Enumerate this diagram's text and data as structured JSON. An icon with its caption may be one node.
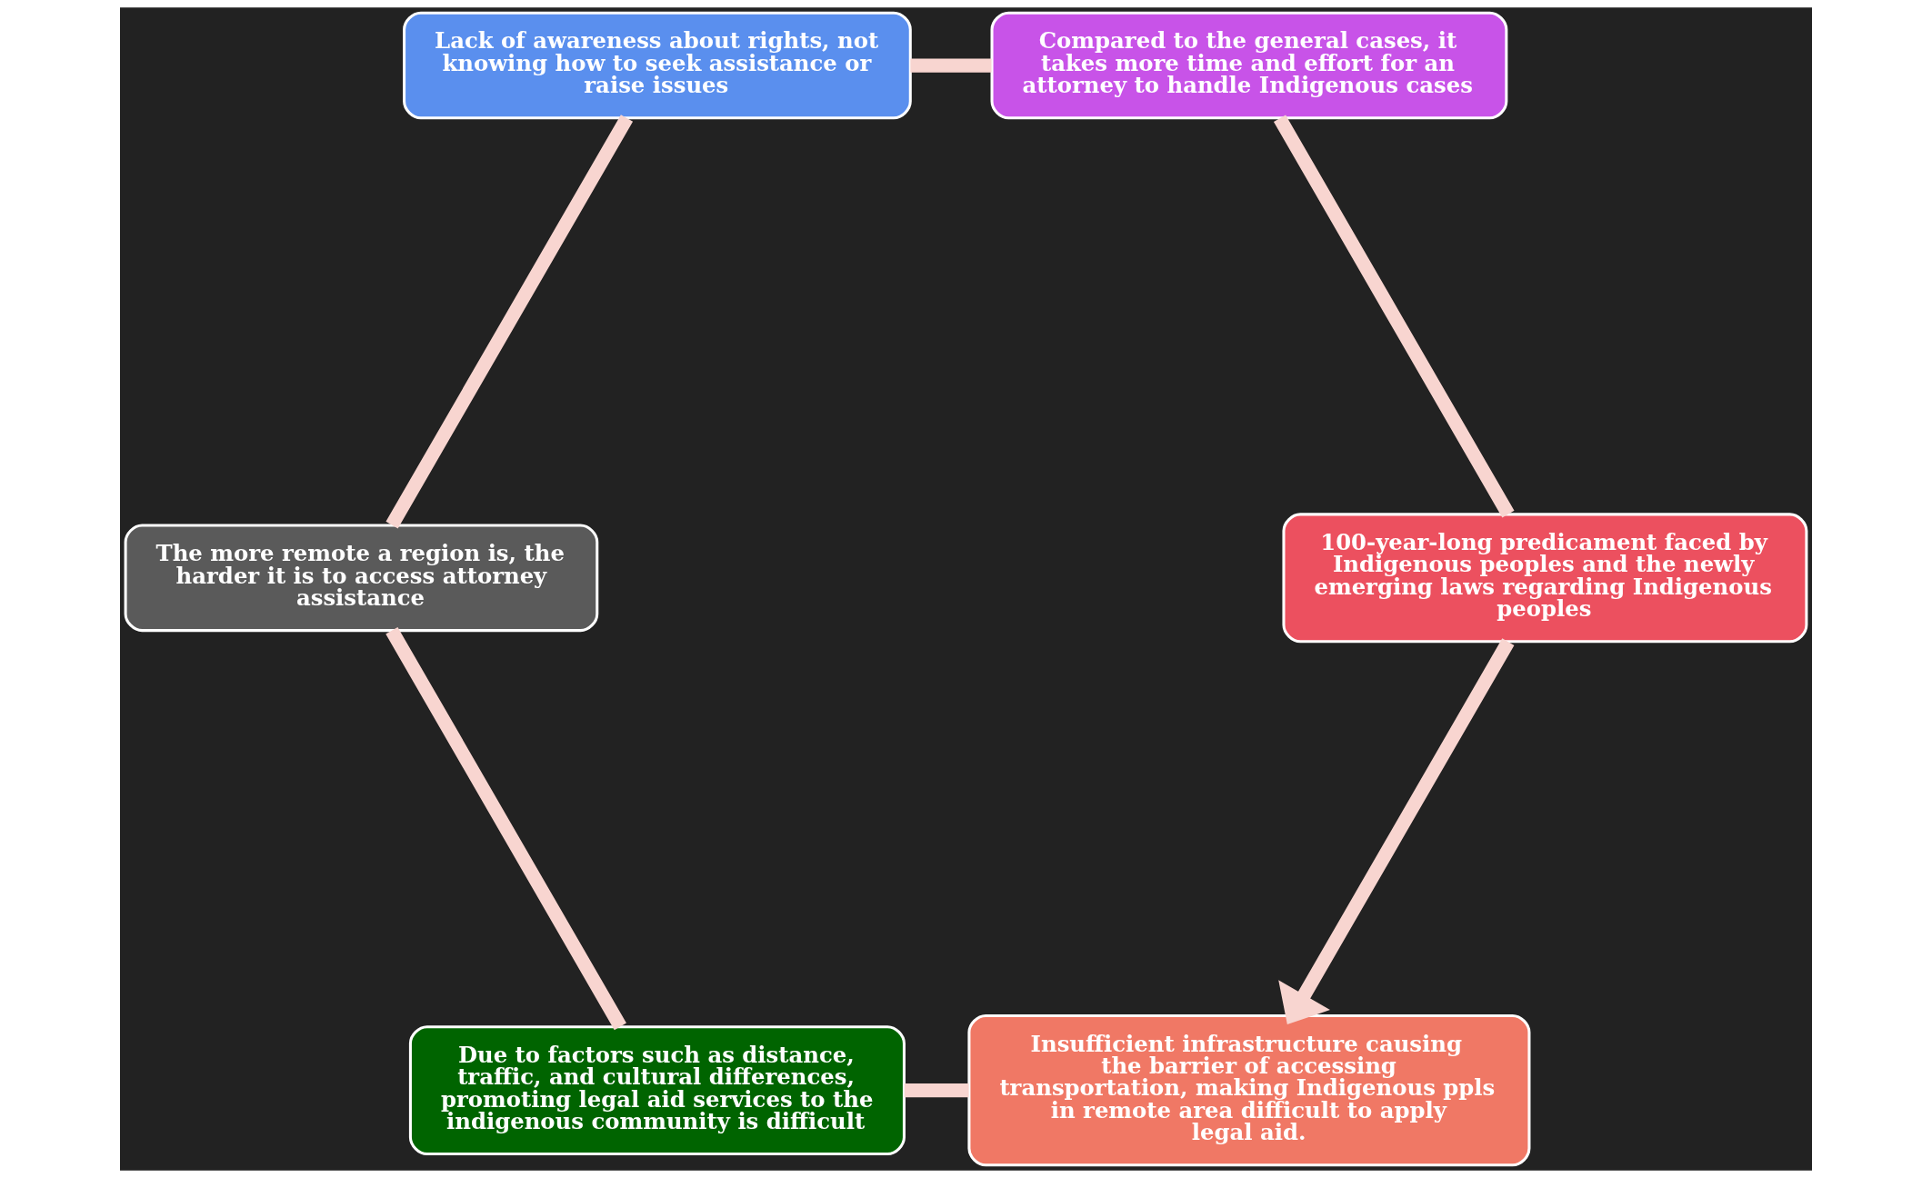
{
  "diagram": {
    "nodes": [
      {
        "text": [
          "Insufficient infrastructure causing the barrier of accessing transportation, making Indigenous ppls in remote area difficult to apply legal aid."
        ]
      },
      {
        "text": [
          "100-year-long predicament faced by Indigenous peoples and the newly emerging laws regarding Indigenous peoples"
        ]
      },
      {
        "text": [
          "Due to factors such as distance, traffic, and cultural differences, promoting legal aid services to the indigenous community is difficult"
        ]
      },
      {
        "text": [
          "Compared to the general cases, it takes more time and effort for an attorney to handle Indigenous cases"
        ]
      },
      {
        "text": [
          "The more remote a region is, the harder it is to access attorney assistance"
        ]
      },
      {
        "text": [
          "Lack of awareness about rights, not knowing how to seek assistance or raise issues"
        ]
      }
    ],
    "edges": [
      {
        "from": 0,
        "to": 2,
        "arrow": "none"
      },
      {
        "from": 2,
        "to": 4,
        "arrow": "none"
      },
      {
        "from": 4,
        "to": 5,
        "arrow": "none"
      },
      {
        "from": 5,
        "to": 3,
        "arrow": "none"
      },
      {
        "from": 3,
        "to": 1,
        "arrow": "none"
      },
      {
        "from": 1,
        "to": 0,
        "arrow": "to"
      }
    ]
  }
}
